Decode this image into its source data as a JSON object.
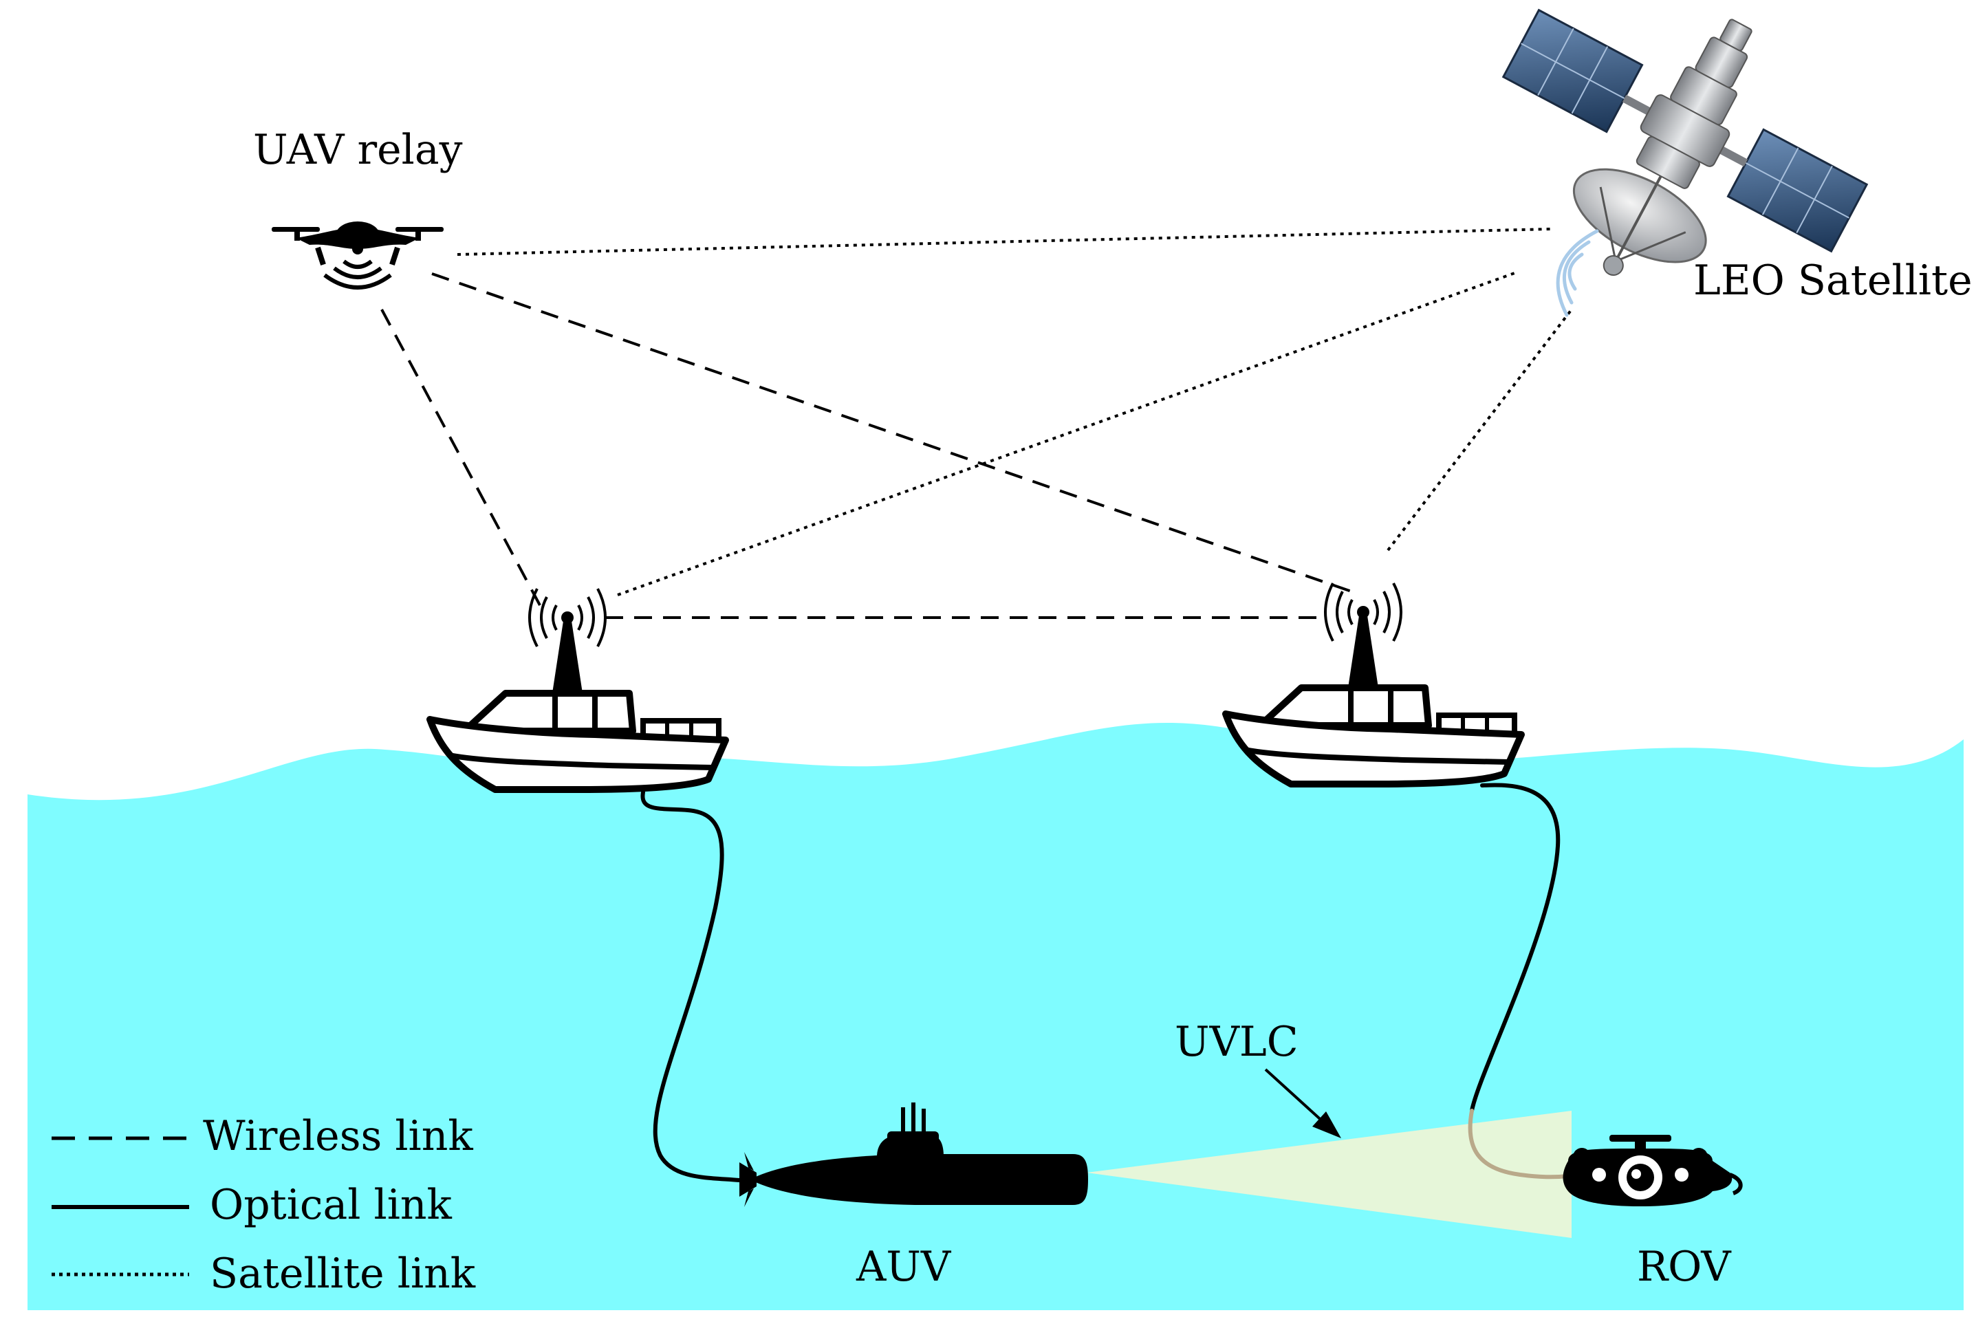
{
  "labels": {
    "uav": "UAV relay",
    "satellite": "LEO Satellite",
    "auv": "AUV",
    "rov": "ROV",
    "uvlc": "UVLC"
  },
  "legend": {
    "wireless": "Wireless link",
    "optical": "Optical link",
    "satellite": "Satellite link"
  },
  "colors": {
    "water": "#7ffcff",
    "beam": "#e9f6d8",
    "ink": "#000000",
    "panel": "#2b4f7c",
    "metal": "#b9bcc0"
  },
  "icons": [
    "drone-icon",
    "satellite-icon",
    "boat-icon",
    "antenna-icon",
    "submarine-icon",
    "rov-icon"
  ]
}
